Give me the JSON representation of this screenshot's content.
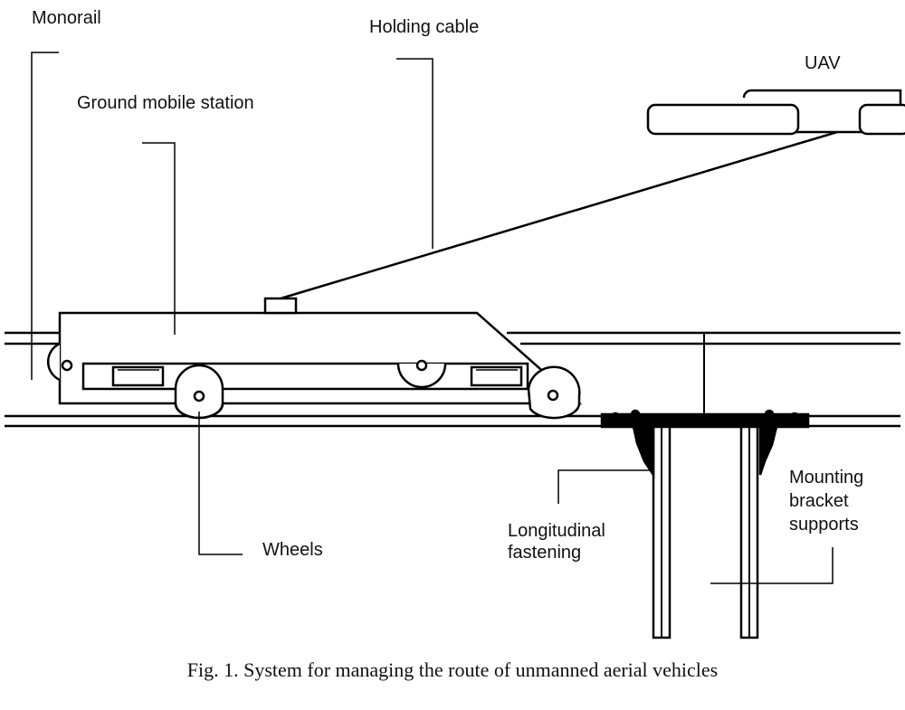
{
  "labels": {
    "monorail": "Monorail",
    "holding_cable": "Holding cable",
    "uav": "UAV",
    "ground_station": "Ground mobile station",
    "wheels": "Wheels",
    "longitudinal_fastening": "Longitudinal\nfastening",
    "mounting_bracket": "Mounting\nbracket\nsupports"
  },
  "caption": "Fig. 1. System for managing the route of unmanned aerial vehicles",
  "colors": {
    "line": "#000000",
    "background": "#ffffff"
  }
}
